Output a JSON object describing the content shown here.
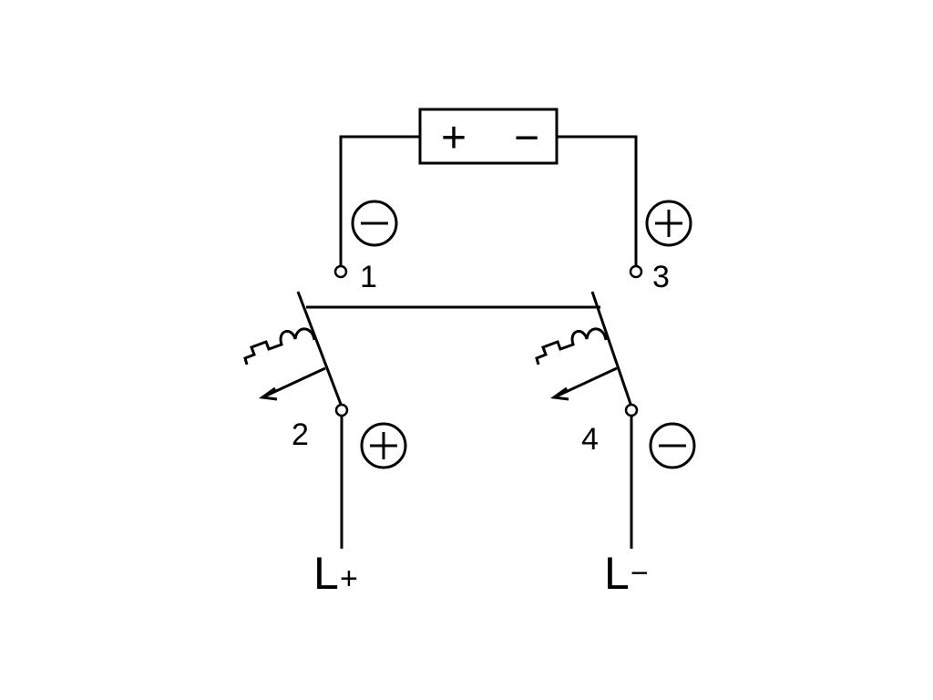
{
  "device": {
    "left_mark": "+",
    "right_mark": "−"
  },
  "terminals": [
    {
      "number": "1",
      "polarity": "minus"
    },
    {
      "number": "2",
      "polarity": "plus"
    },
    {
      "number": "3",
      "polarity": "plus"
    },
    {
      "number": "4",
      "polarity": "minus"
    }
  ],
  "supply": {
    "positive": {
      "letter": "L",
      "sign": "+"
    },
    "negative": {
      "letter": "L",
      "sign": "−"
    }
  },
  "colors": {
    "line": "#000000",
    "background": "#ffffff"
  }
}
